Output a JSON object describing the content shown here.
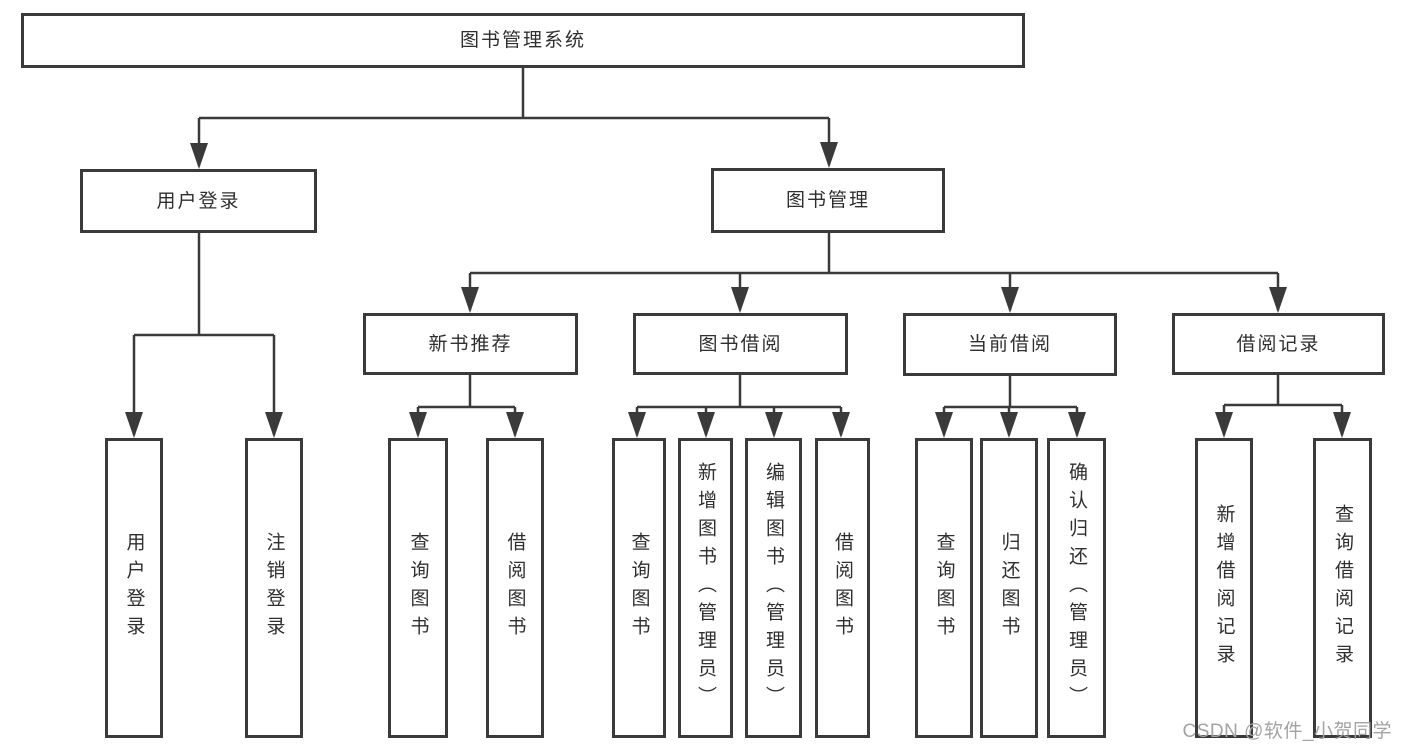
{
  "tree": {
    "root": {
      "label": "图书管理系统"
    },
    "branches": [
      {
        "label": "用户登录",
        "children": [
          {
            "label": "用户登录"
          },
          {
            "label": "注销登录"
          }
        ]
      },
      {
        "label": "图书管理",
        "children": [
          {
            "label": "新书推荐",
            "children": [
              {
                "label": "查询图书"
              },
              {
                "label": "借阅图书"
              }
            ]
          },
          {
            "label": "图书借阅",
            "children": [
              {
                "label": "查询图书"
              },
              {
                "label": "新增图书（管理员）"
              },
              {
                "label": "编辑图书（管理员）"
              },
              {
                "label": "借阅图书"
              }
            ]
          },
          {
            "label": "当前借阅",
            "children": [
              {
                "label": "查询图书"
              },
              {
                "label": "归还图书"
              },
              {
                "label": "确认归还（管理员）"
              }
            ]
          },
          {
            "label": "借阅记录",
            "children": [
              {
                "label": "新增借阅记录"
              },
              {
                "label": "查询借阅记录"
              }
            ]
          }
        ]
      }
    ]
  },
  "watermark": "CSDN @软件_小贺同学",
  "colors": {
    "line": "#3a3a3a",
    "text": "#2f2f2f",
    "watermark": "#a3a3a3",
    "bg": "#ffffff"
  }
}
